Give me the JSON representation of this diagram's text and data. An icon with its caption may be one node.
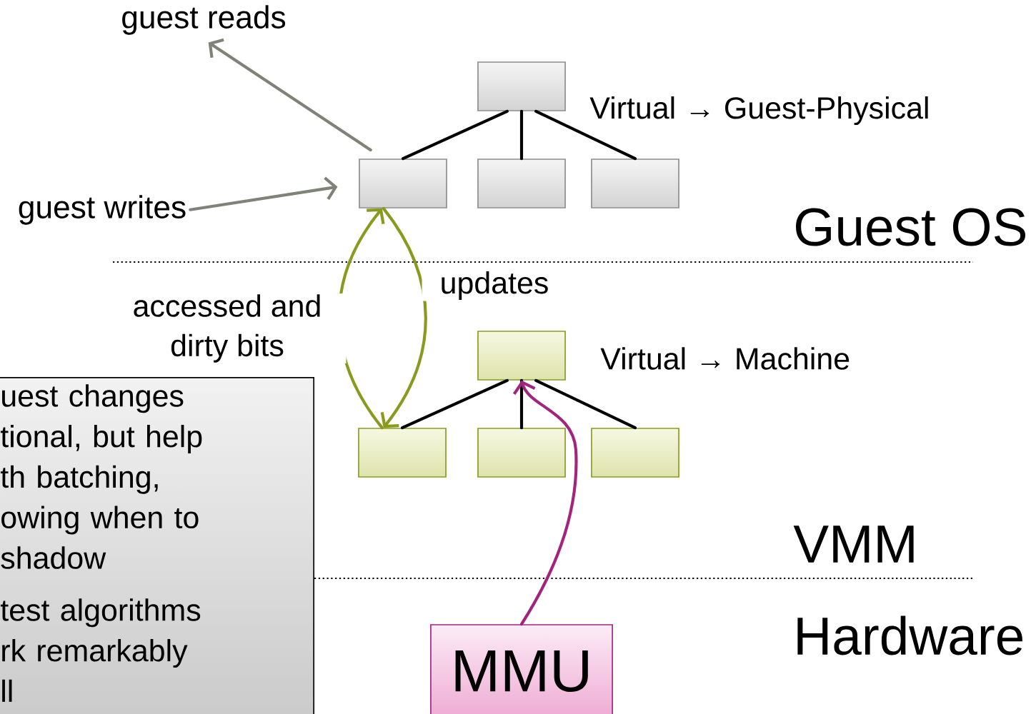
{
  "diagram": {
    "nodes": [
      {
        "text": [],
        "shape": "box"
      },
      {
        "text": [],
        "shape": "box"
      },
      {
        "text": [],
        "shape": "box"
      },
      {
        "text": [],
        "shape": "box"
      },
      {
        "text": [],
        "shape": "box"
      },
      {
        "text": [],
        "shape": "box"
      },
      {
        "text": [],
        "shape": "box"
      },
      {
        "text": [],
        "shape": "box"
      },
      {
        "text": [
          "MMU"
        ]
      },
      {
        "text": [
          "guest reads"
        ]
      },
      {
        "text": [
          "guest writes"
        ]
      },
      {
        "text": [
          "uest changes tional, but help th batching, owing when to shadow",
          "test algorithms rk remarkably ll"
        ]
      }
    ],
    "edges": [
      {
        "from": 0,
        "to": 1,
        "arrow": "none"
      },
      {
        "from": 0,
        "to": 2,
        "arrow": "none"
      },
      {
        "from": 0,
        "to": 3,
        "arrow": "none"
      },
      {
        "from": 4,
        "to": 5,
        "arrow": "none"
      },
      {
        "from": 4,
        "to": 6,
        "arrow": "none"
      },
      {
        "from": 4,
        "to": 7,
        "arrow": "none"
      },
      {
        "from": 1,
        "to": 9,
        "arrow": "to",
        "color": "#7f8277"
      },
      {
        "from": 10,
        "to": 1,
        "arrow": "to",
        "color": "#7f8277"
      },
      {
        "from": 5,
        "to": 1,
        "arrow": "to",
        "label": "accessed and dirty bits",
        "color": "#8a9a1f"
      },
      {
        "from": 1,
        "to": 5,
        "arrow": "to",
        "label": "updates",
        "color": "#8a9a1f"
      },
      {
        "from": 8,
        "to": 4,
        "arrow": "to",
        "color": "#a3247f"
      }
    ],
    "labels": [
      "Virtual → Guest-Physical",
      "Guest OS",
      "Virtual → Machine",
      "VMM",
      "Hardware"
    ]
  }
}
